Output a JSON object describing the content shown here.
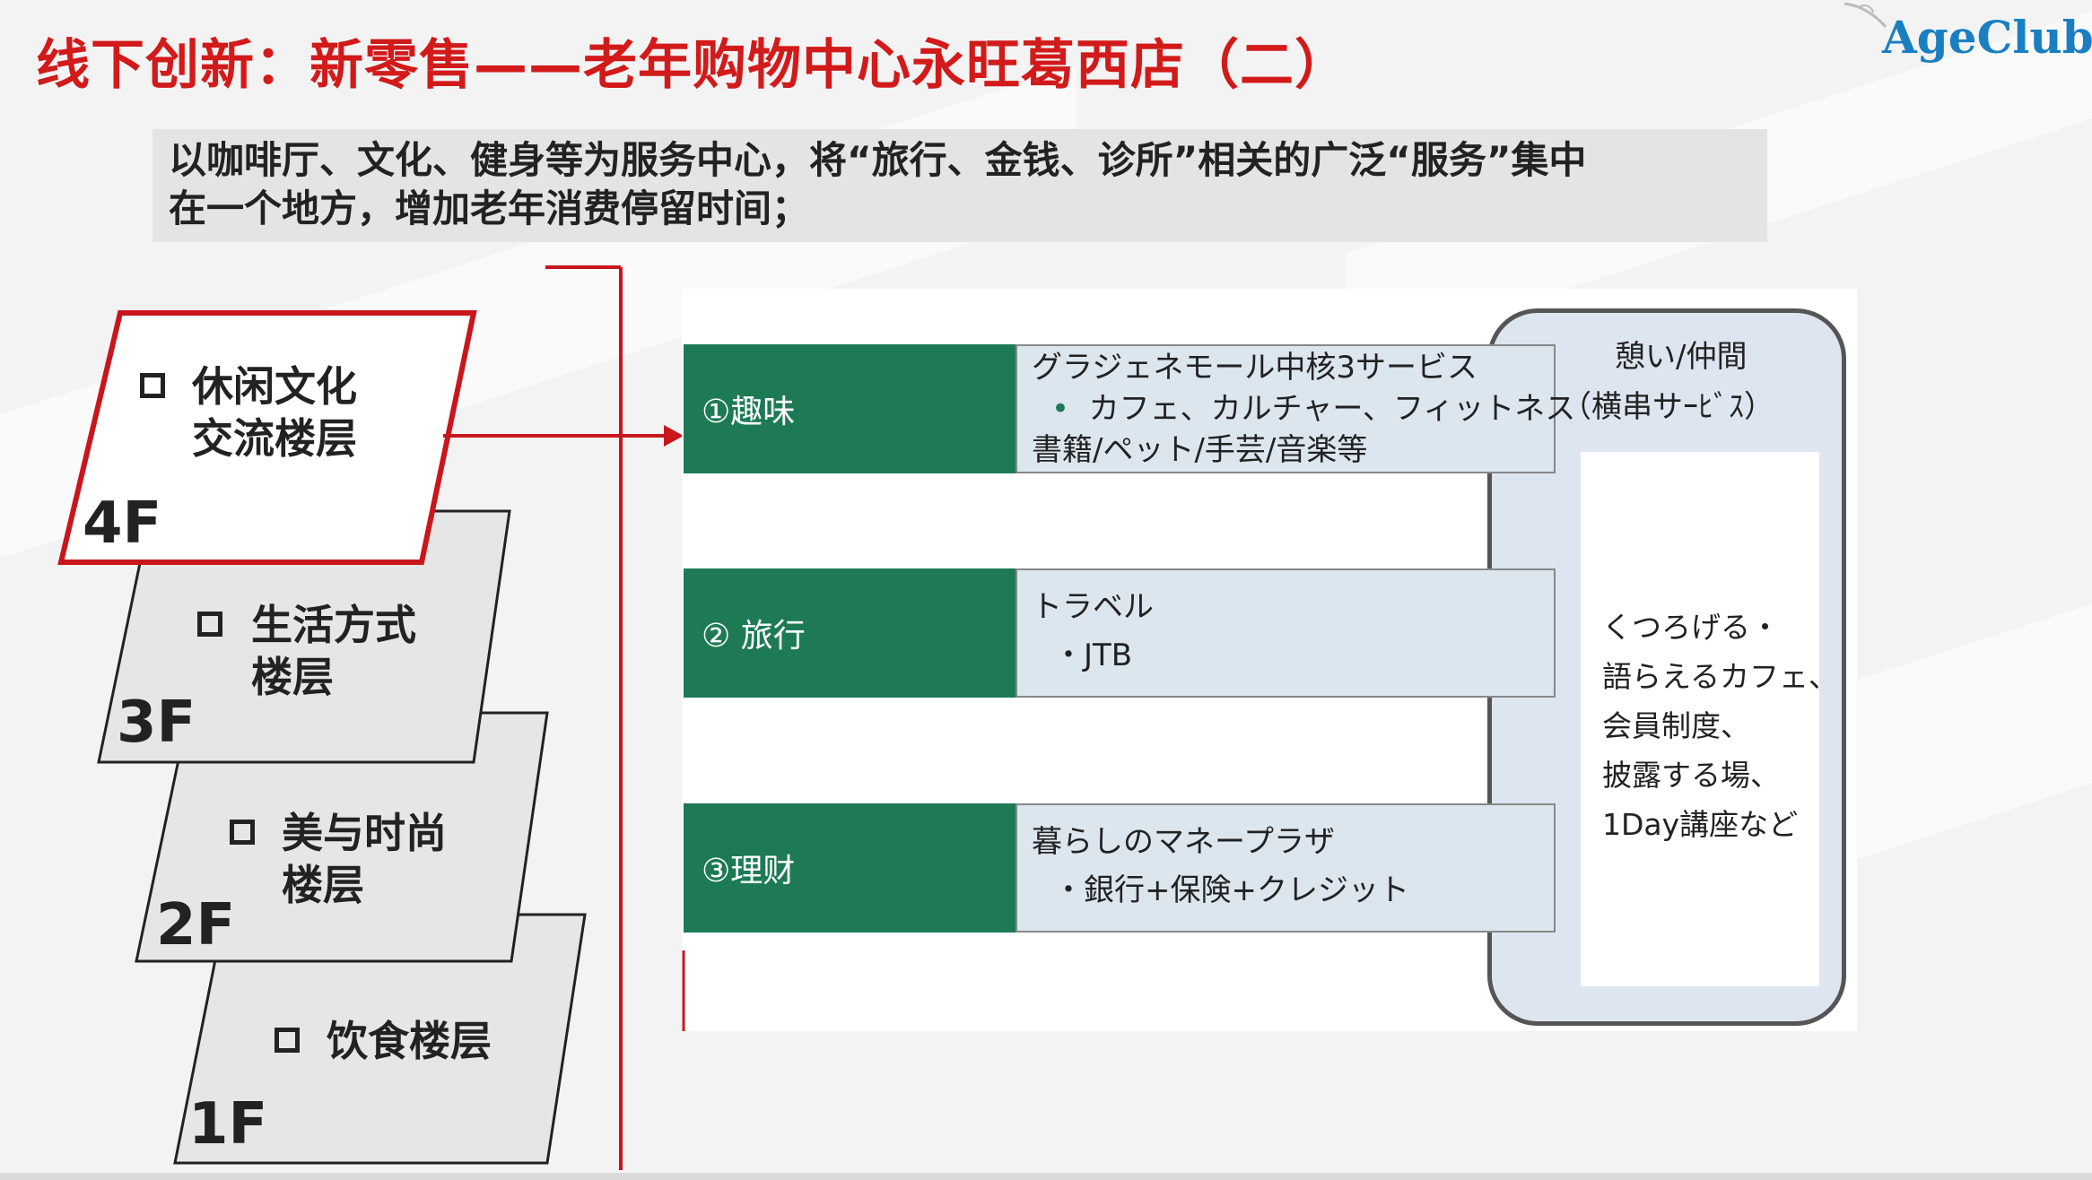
{
  "header": {
    "title": "线下创新：新零售——老年购物中心永旺葛西店（二）",
    "logo": "AgeClub"
  },
  "subtitle": {
    "line1": "以咖啡厅、文化、健身等为服务中心，将“旅行、金钱、诊所”相关的广泛“服务”集中",
    "line2": "在一个地方，增加老年消费停留时间；"
  },
  "floors": [
    {
      "tag": "4F",
      "line1": "休闲文化",
      "line2": "交流楼层",
      "highlighted": true
    },
    {
      "tag": "3F",
      "line1": "生活方式",
      "line2": "楼层",
      "highlighted": false
    },
    {
      "tag": "2F",
      "line1": "美与时尚",
      "line2": "楼层",
      "highlighted": false
    },
    {
      "tag": "1F",
      "line1": "饮食楼层",
      "line2": "",
      "highlighted": false
    }
  ],
  "services": [
    {
      "label": "①趣味",
      "lines": [
        "グラジェネモール中核3サービス",
        "カフェ、カルチャー、フィットネス",
        "書籍/ペット/手芸/音楽等"
      ]
    },
    {
      "label": "② 旅行",
      "lines": [
        "トラベル",
        "・JTB"
      ]
    },
    {
      "label": "③理财",
      "lines": [
        "暮らしのマネープラザ",
        "・銀行+保険+クレジット"
      ]
    }
  ],
  "side_panel": {
    "title_line1": "憩い/仲間",
    "title_line2": "（横串サｰﾋﾞｽ）",
    "items": [
      "くつろげる・",
      "語らえるカフェ、",
      "会員制度、",
      "披露する場、",
      "1Day講座など"
    ]
  },
  "colors": {
    "title_red": "#d21a1a",
    "logo_blue": "#1a7fc1",
    "service_green": "#1d7a55",
    "detail_blue": "#dce6ef"
  }
}
